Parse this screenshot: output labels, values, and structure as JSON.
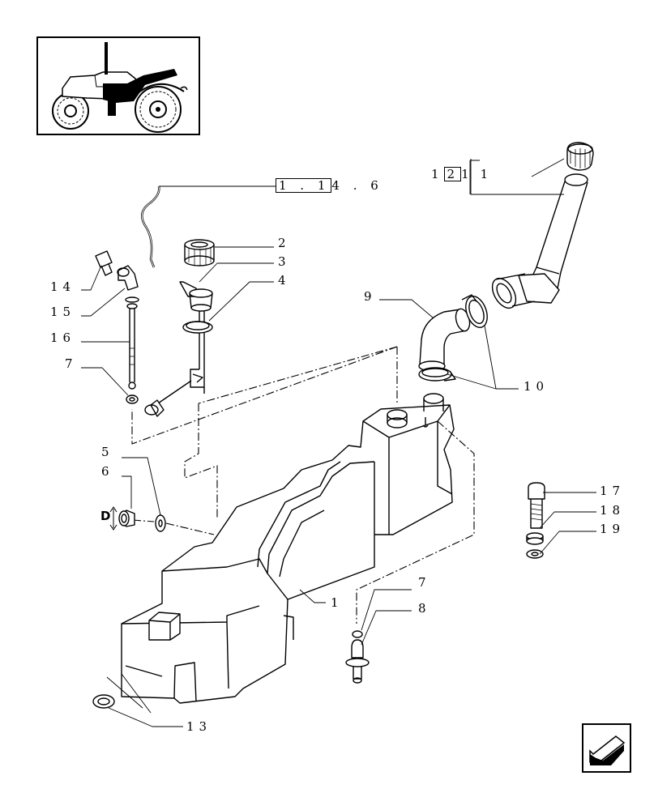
{
  "diagram": {
    "reference": {
      "part1": "1 . 1",
      "part2": "4 . 6"
    },
    "group_ref": {
      "a": "1",
      "b": "2",
      "c": "1",
      "d": "1"
    },
    "callouts": [
      "2",
      "3",
      "4",
      "14",
      "15",
      "16",
      "7",
      "9",
      "10",
      "5",
      "6",
      "17",
      "18",
      "19",
      "1",
      "7",
      "8",
      "13"
    ],
    "detail_letter": "D"
  },
  "icons": {
    "thumbnail": "tractor-location-icon",
    "nav": "previous-page-arrow-icon"
  }
}
